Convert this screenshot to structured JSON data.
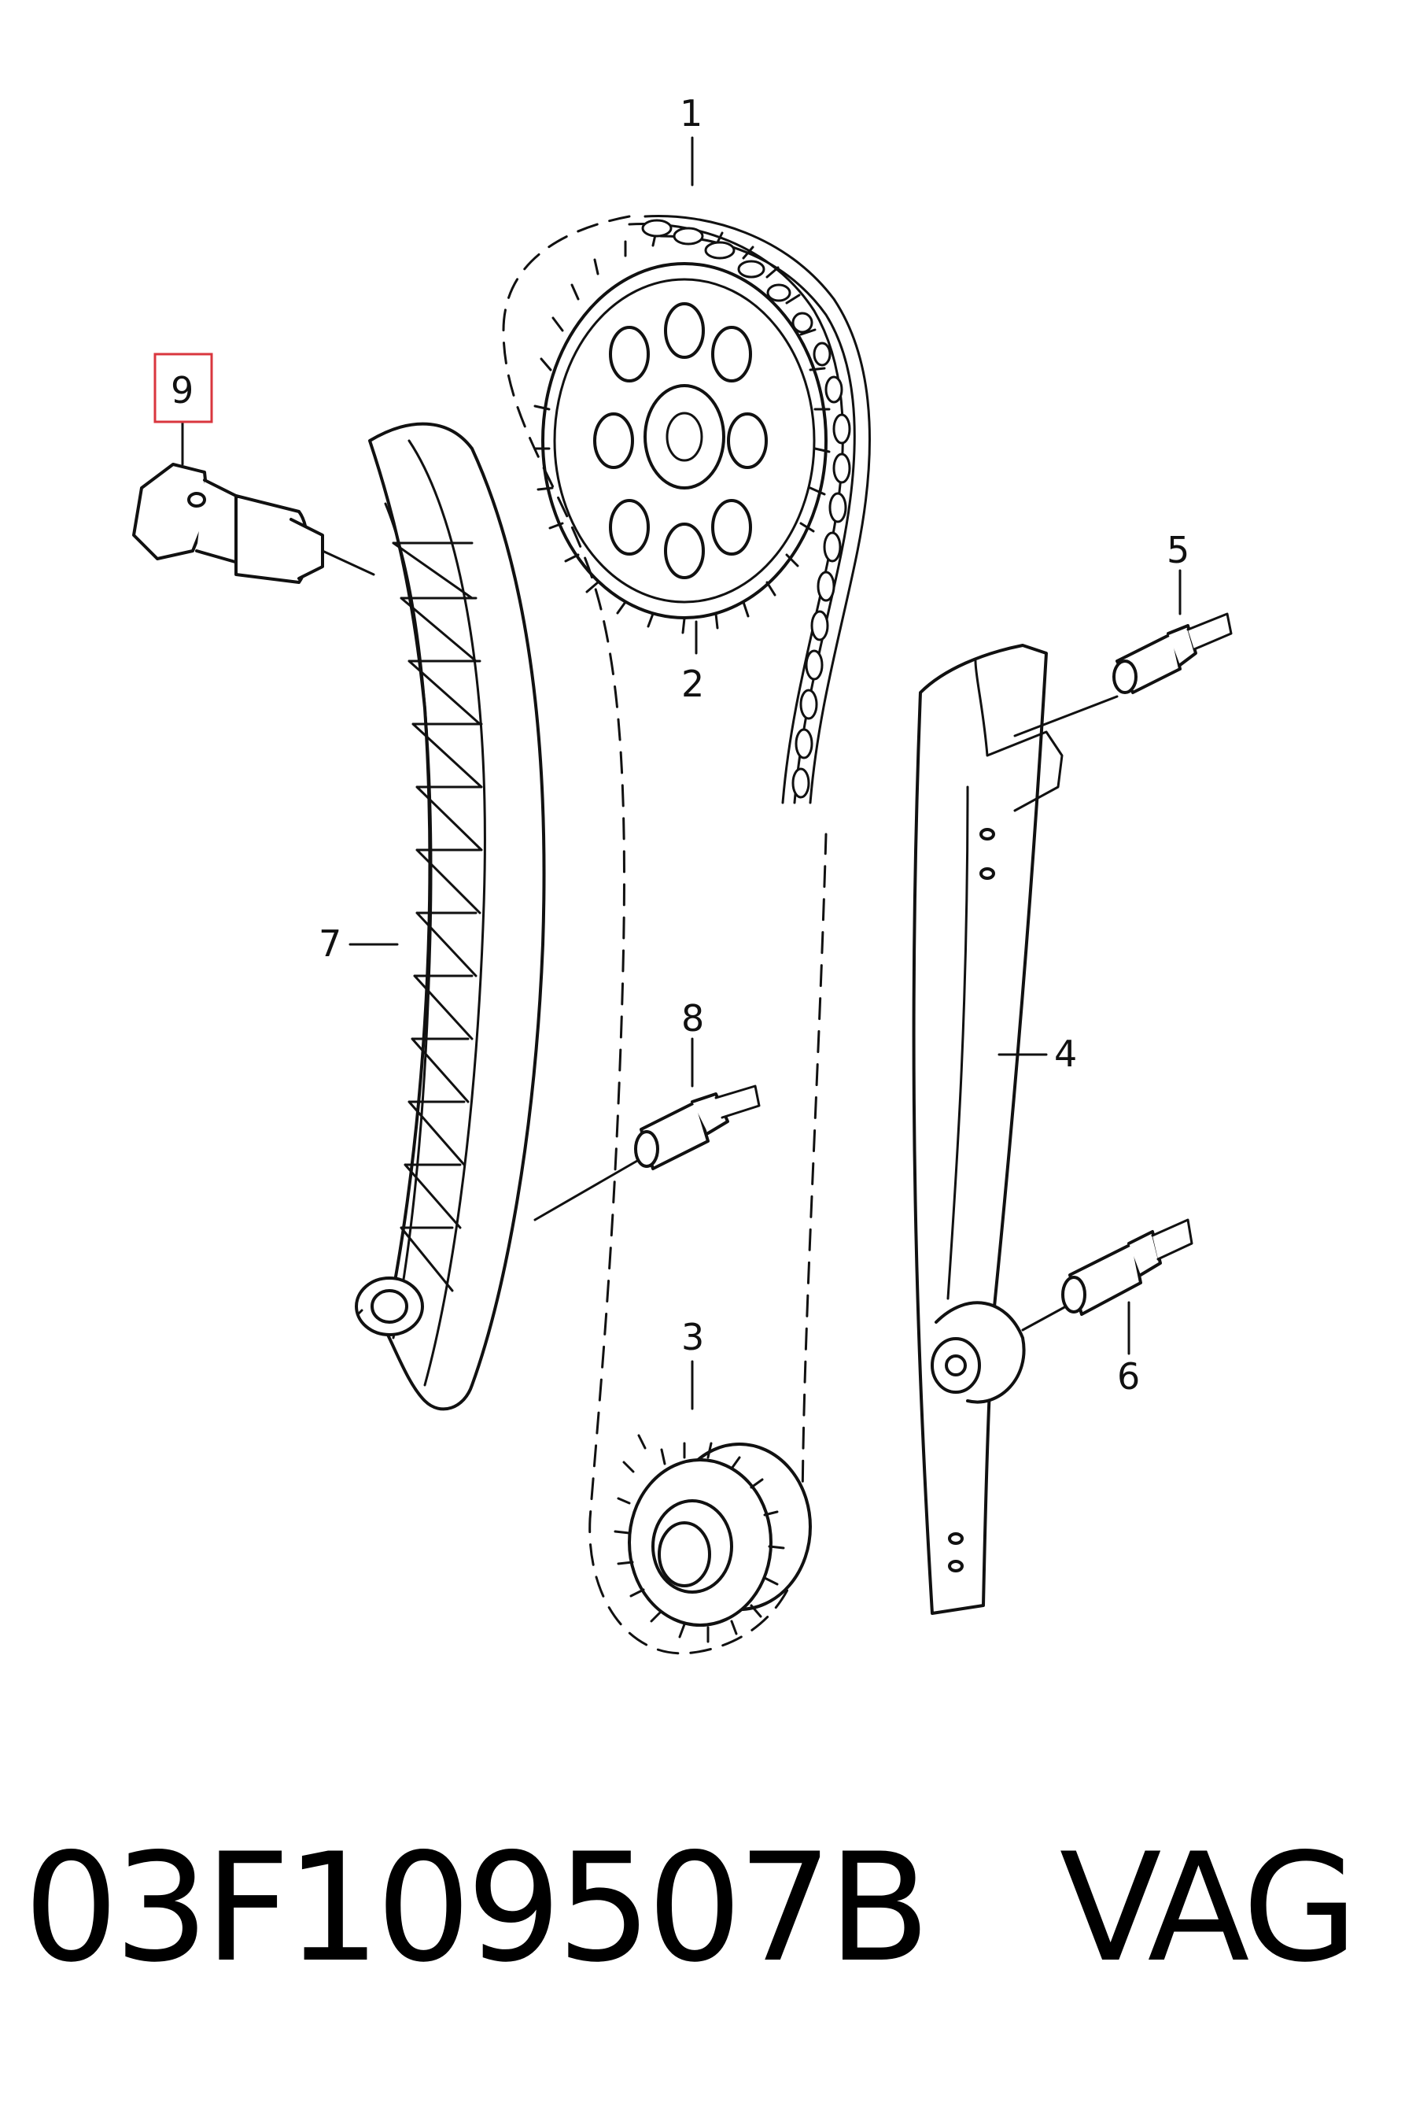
{
  "callouts": {
    "c1": "1",
    "c2": "2",
    "c3": "3",
    "c4": "4",
    "c5": "5",
    "c6": "6",
    "c7": "7",
    "c8": "8",
    "c9": "9"
  },
  "highlight_color": "#d9363e",
  "part_number": "03F109507B",
  "brand": "VAG"
}
